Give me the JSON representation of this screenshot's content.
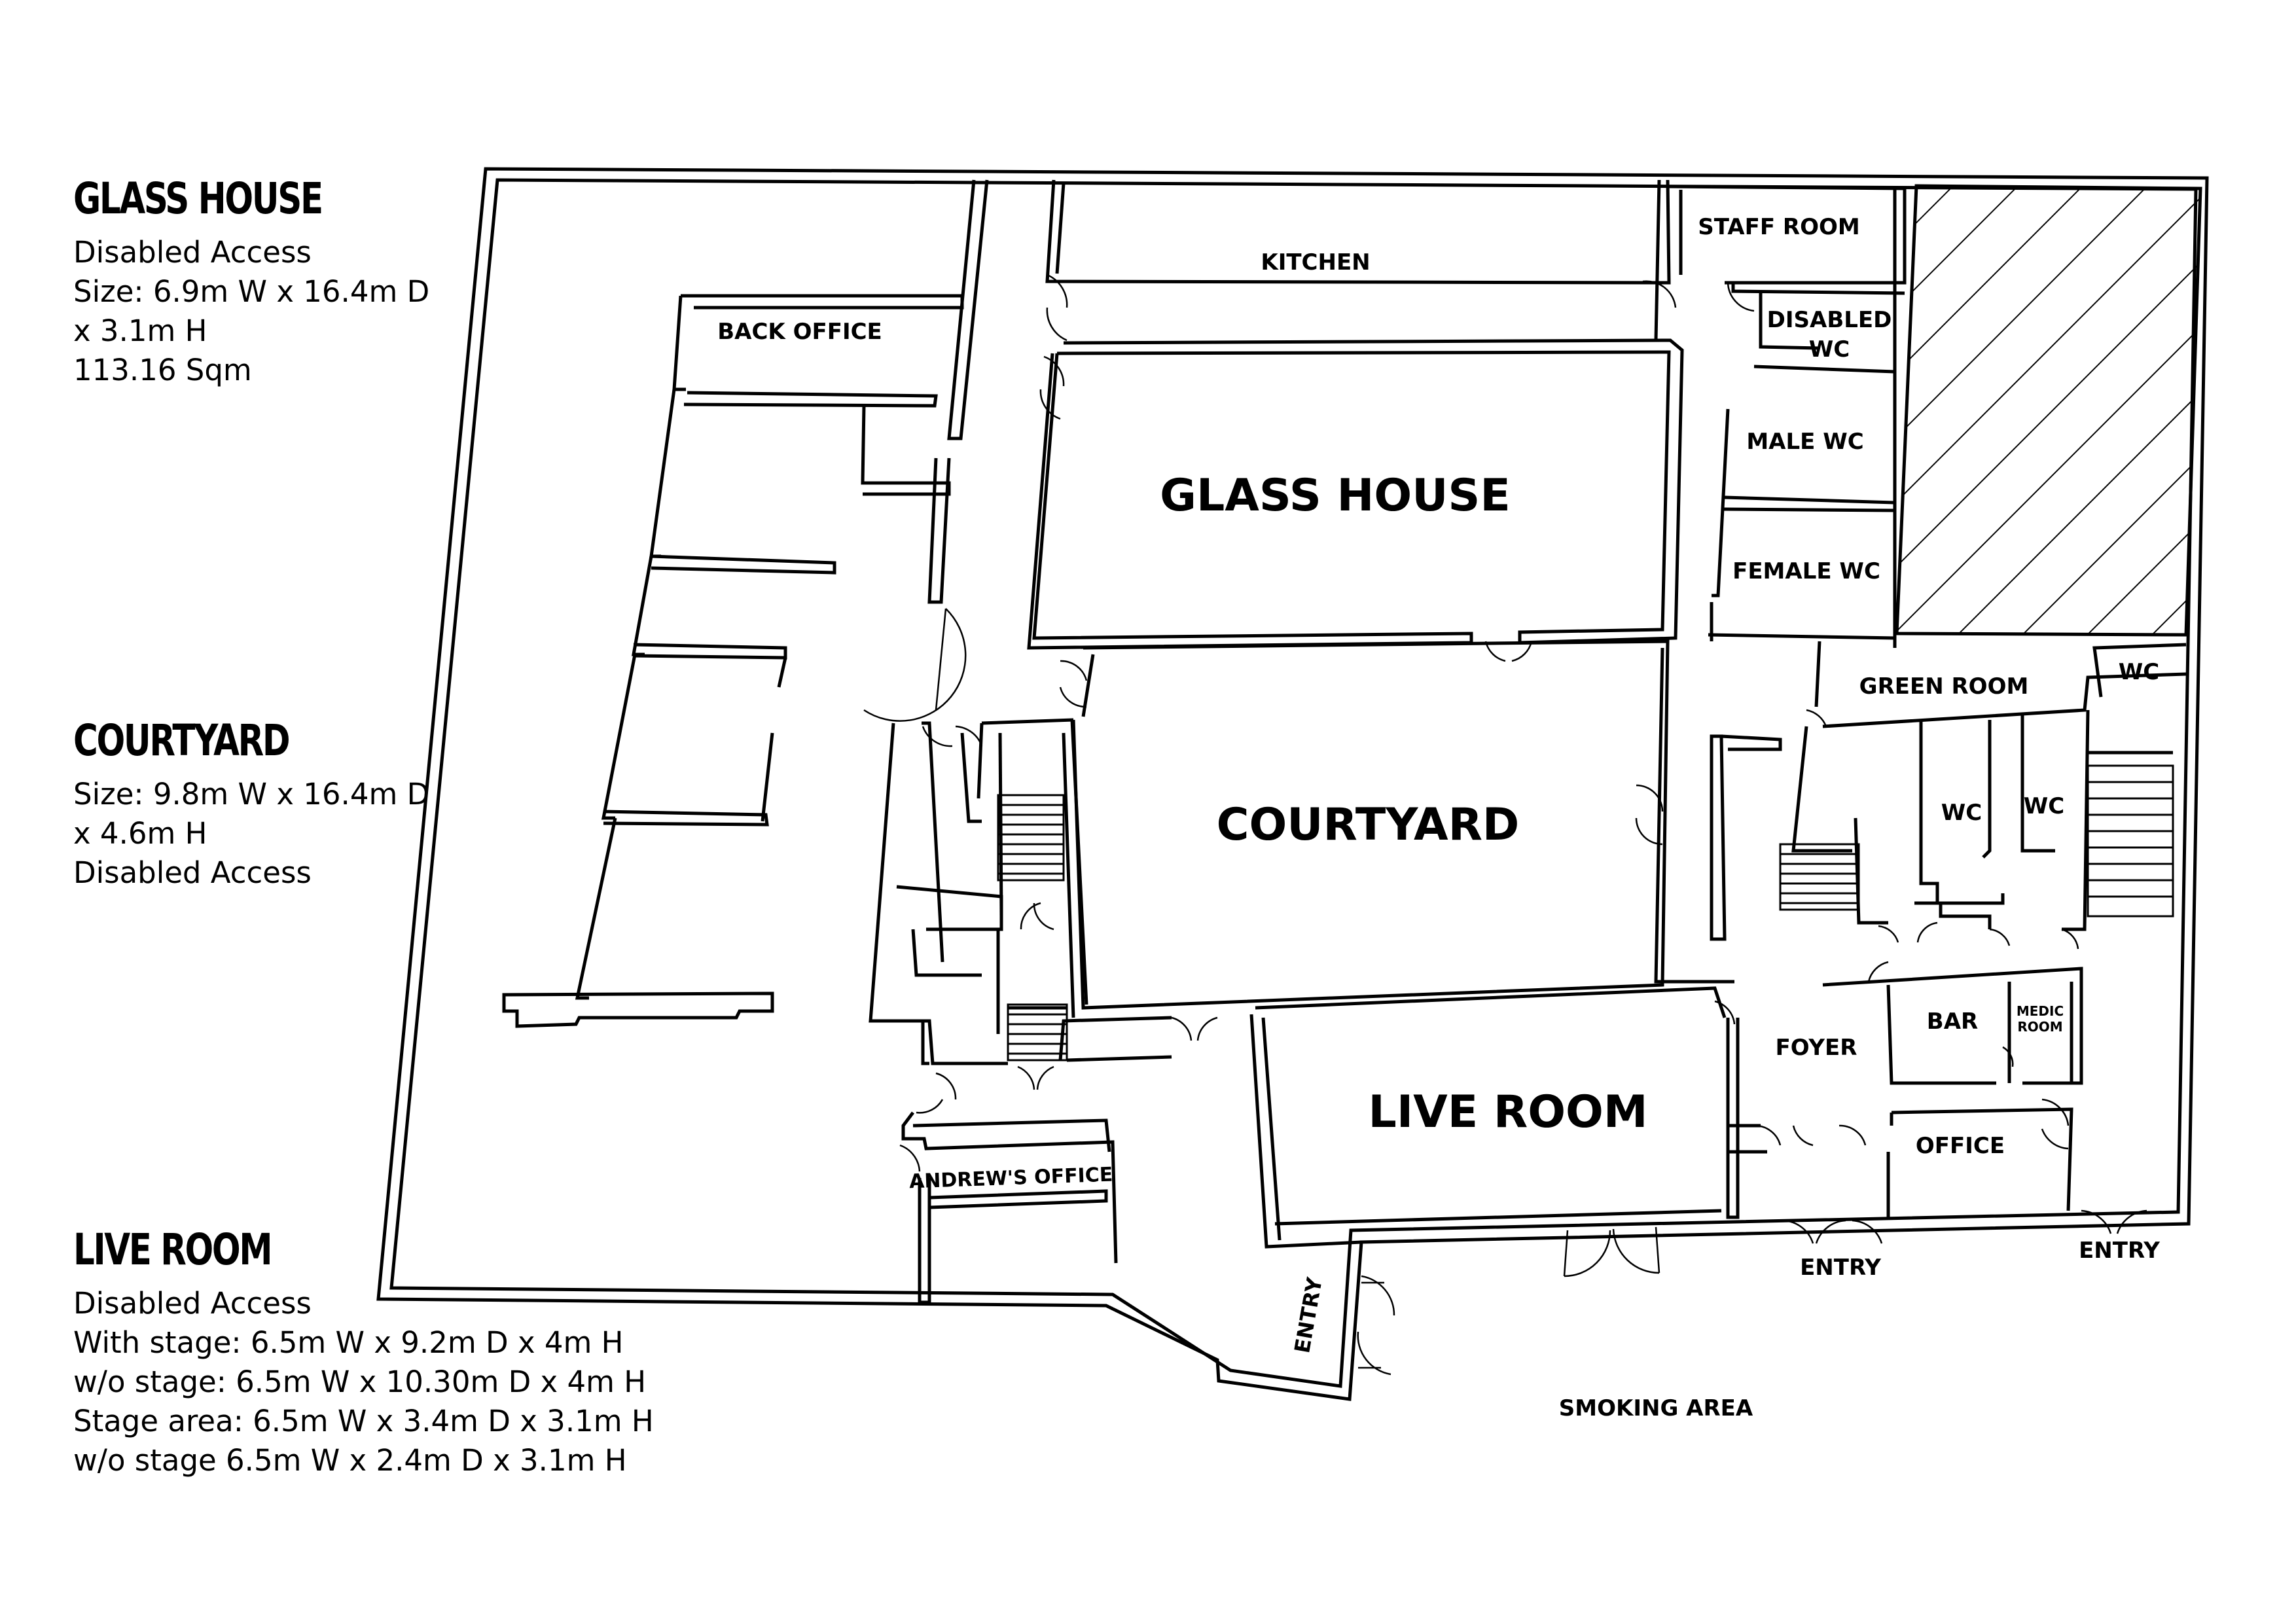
{
  "legend": {
    "glass_house": {
      "title": "GLASS HOUSE",
      "lines": [
        "Disabled Access",
        "Size: 6.9m W x 16.4m D",
        "x 3.1m H",
        "113.16 Sqm"
      ]
    },
    "courtyard": {
      "title": "COURTYARD",
      "lines": [
        "Size: 9.8m W x 16.4m D",
        "x 4.6m H",
        "Disabled Access"
      ]
    },
    "live_room": {
      "title": "LIVE ROOM",
      "lines": [
        "Disabled Access",
        "With stage: 6.5m W x 9.2m D x 4m H",
        "w/o stage: 6.5m W x 10.30m D x 4m H",
        "Stage area: 6.5m W x 3.4m D x 3.1m H",
        "w/o stage 6.5m W x 2.4m D x 3.1m H"
      ]
    }
  },
  "rooms": {
    "kitchen": "KITCHEN",
    "staff_room": "STAFF ROOM",
    "disabled_wc_1": "DISABLED",
    "disabled_wc_2": "WC",
    "back_office": "BACK OFFICE",
    "male_wc": "MALE WC",
    "glass_house": "GLASS HOUSE",
    "female_wc": "FEMALE WC",
    "green_room": "GREEN ROOM",
    "wc_corner": "WC",
    "courtyard": "COURTYARD",
    "wc_a": "WC",
    "wc_b": "WC",
    "bar": "BAR",
    "medic_1": "MEDIC",
    "medic_2": "ROOM",
    "foyer": "FOYER",
    "live_room": "LIVE ROOM",
    "office": "OFFICE",
    "andrews_office": "ANDREW'S OFFICE",
    "entry_left": "ENTRY",
    "entry_mid": "ENTRY",
    "entry_right": "ENTRY",
    "smoking_area": "SMOKING AREA"
  }
}
